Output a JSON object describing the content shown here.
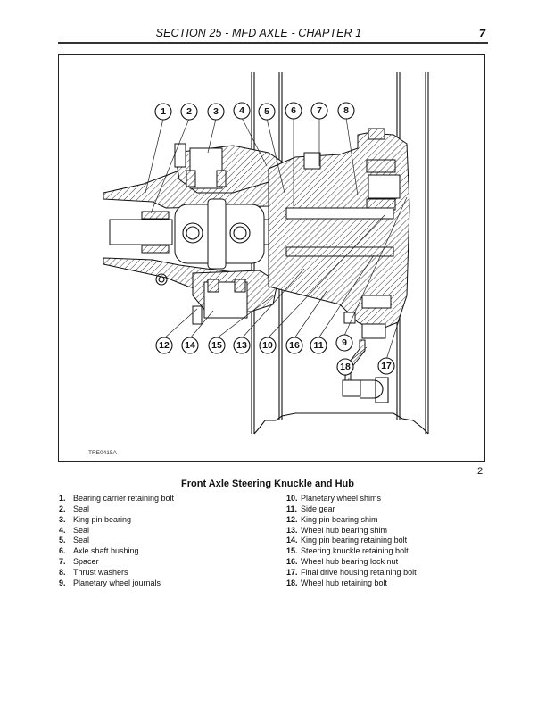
{
  "header": {
    "title": "SECTION 25 - MFD AXLE - CHAPTER 1",
    "page_number": "7"
  },
  "figure": {
    "code": "TRE0415A",
    "number": "2",
    "caption": "Front Axle Steering Knuckle and Hub",
    "callouts_top": [
      "1",
      "2",
      "3",
      "4",
      "5",
      "6",
      "7",
      "8"
    ],
    "callouts_bottom": [
      "12",
      "14",
      "15",
      "13",
      "10",
      "16",
      "11",
      "9"
    ],
    "callouts_lower": [
      "18",
      "17"
    ]
  },
  "legend": {
    "left": [
      {
        "num": "1.",
        "label": "Bearing carrier retaining bolt"
      },
      {
        "num": "2.",
        "label": "Seal"
      },
      {
        "num": "3.",
        "label": "King pin bearing"
      },
      {
        "num": "4.",
        "label": "Seal"
      },
      {
        "num": "5.",
        "label": "Seal"
      },
      {
        "num": "6.",
        "label": "Axle shaft bushing"
      },
      {
        "num": "7.",
        "label": "Spacer"
      },
      {
        "num": "8.",
        "label": "Thrust washers"
      },
      {
        "num": "9.",
        "label": "Planetary wheel journals"
      }
    ],
    "right": [
      {
        "num": "10.",
        "label": "Planetary wheel shims"
      },
      {
        "num": "11.",
        "label": "Side gear"
      },
      {
        "num": "12.",
        "label": "King pin bearing shim"
      },
      {
        "num": "13.",
        "label": "Wheel hub bearing shim"
      },
      {
        "num": "14.",
        "label": "King pin bearing retaining bolt"
      },
      {
        "num": "15.",
        "label": "Steering knuckle retaining bolt"
      },
      {
        "num": "16.",
        "label": "Wheel hub bearing lock nut"
      },
      {
        "num": "17.",
        "label": "Final drive housing retaining bolt"
      },
      {
        "num": "18.",
        "label": "Wheel hub retaining bolt"
      }
    ]
  }
}
